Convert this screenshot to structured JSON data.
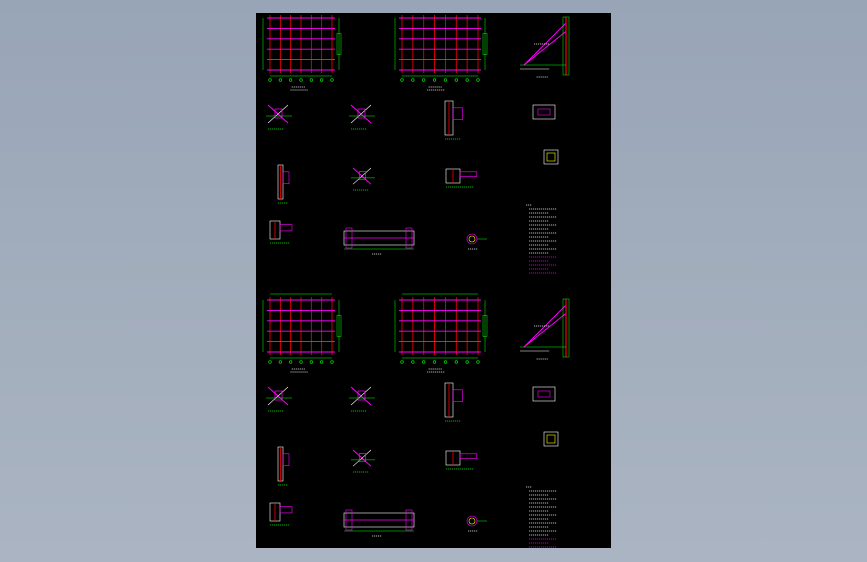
{
  "app": {
    "window_title": "",
    "viewport_background": [
      "#98a5b7",
      "#aab4c2"
    ]
  },
  "sheet": {
    "background": "#000000",
    "title": ""
  },
  "colors": {
    "beam": "#ff00ff",
    "column": "#ff0000",
    "dimension": "#00ff00",
    "annotation": "#ffffff",
    "accent": "#ffff00",
    "grid": "#00ffff"
  },
  "views": [
    {
      "name": "framing-plan-a",
      "kind": "plan-grid"
    },
    {
      "name": "framing-plan-b",
      "kind": "plan-grid"
    },
    {
      "name": "brace-elevation",
      "kind": "elevation"
    },
    {
      "name": "connection-details",
      "kind": "detail-set"
    },
    {
      "name": "general-notes",
      "kind": "notes"
    }
  ],
  "icons": [
    "sheet-icon",
    "grid-icon",
    "detail-icon"
  ]
}
